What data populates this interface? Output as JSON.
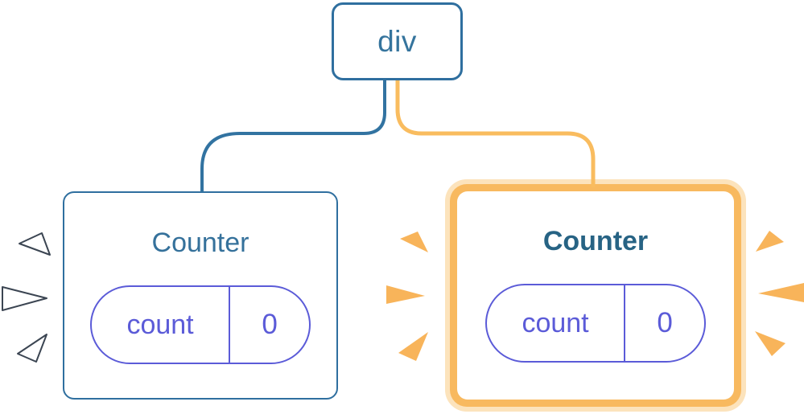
{
  "diagram": {
    "root_node": {
      "label": "div"
    },
    "left_counter": {
      "title": "Counter",
      "state_pill": {
        "name": "count",
        "value": "0"
      },
      "highlighted": false
    },
    "right_counter": {
      "title": "Counter",
      "state_pill": {
        "name": "count",
        "value": "0"
      },
      "highlighted": true
    }
  },
  "icons": {
    "left_bursts": "blink-burst-icons",
    "orange_bursts": "spark-burst-icons"
  },
  "colors": {
    "node_border_blue": "#2F6F9F",
    "node_text_blue": "#35749D",
    "title_blue": "#35719B",
    "title_blue_bold": "#276384",
    "pill_purple": "#5B5BD8",
    "connector_blue": "#3273A1",
    "connector_casing_white": "#FFFFFF",
    "connector_orange": "#F9BC5F",
    "highlight_ring_orange": "#F8B95F",
    "highlight_ring_peach": "#FCE3BC",
    "burst_orange": "#F8B45A",
    "burst_white_fill": "#FFFFFF",
    "burst_outline": "#3B4552"
  }
}
